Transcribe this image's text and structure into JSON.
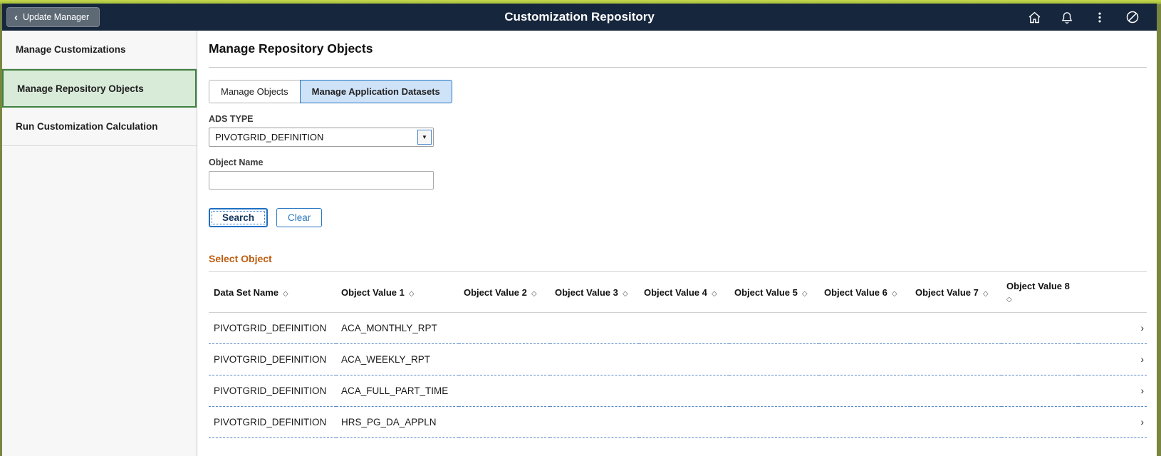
{
  "header": {
    "back_label": "Update Manager",
    "title": "Customization Repository",
    "icons": [
      "home-icon",
      "notifications-icon",
      "more-actions-icon",
      "navbar-icon"
    ]
  },
  "sidebar": {
    "items": [
      {
        "label": "Manage Customizations",
        "selected": false
      },
      {
        "label": "Manage Repository Objects",
        "selected": true
      },
      {
        "label": "Run Customization Calculation",
        "selected": false
      }
    ]
  },
  "main": {
    "page_title": "Manage Repository Objects",
    "tabs": [
      {
        "label": "Manage Objects",
        "selected": false
      },
      {
        "label": "Manage Application Datasets",
        "selected": true
      }
    ],
    "ads_type": {
      "label": "ADS TYPE",
      "value": "PIVOTGRID_DEFINITION"
    },
    "object_name": {
      "label": "Object Name",
      "value": "",
      "placeholder": ""
    },
    "buttons": {
      "search": "Search",
      "clear": "Clear"
    },
    "select_object_heading": "Select Object",
    "table": {
      "columns": [
        "Data Set Name",
        "Object Value 1",
        "Object Value 2",
        "Object Value 3",
        "Object Value 4",
        "Object Value 5",
        "Object Value 6",
        "Object Value 7",
        "Object Value 8"
      ],
      "rows": [
        {
          "data_set_name": "PIVOTGRID_DEFINITION",
          "object_value_1": "ACA_MONTHLY_RPT"
        },
        {
          "data_set_name": "PIVOTGRID_DEFINITION",
          "object_value_1": "ACA_WEEKLY_RPT"
        },
        {
          "data_set_name": "PIVOTGRID_DEFINITION",
          "object_value_1": "ACA_FULL_PART_TIME"
        },
        {
          "data_set_name": "PIVOTGRID_DEFINITION",
          "object_value_1": "HRS_PG_DA_APPLN"
        }
      ]
    }
  },
  "colors": {
    "header_bg": "#16263c",
    "accent_blue": "#2a77c0",
    "selected_tab_bg": "#cfe3f8",
    "selected_nav_bg": "#d8ead8",
    "selected_nav_border": "#3f7f3f",
    "section_heading": "#bf5e11",
    "row_divider": "#5b8ac6",
    "frame_green": "#78863f"
  }
}
